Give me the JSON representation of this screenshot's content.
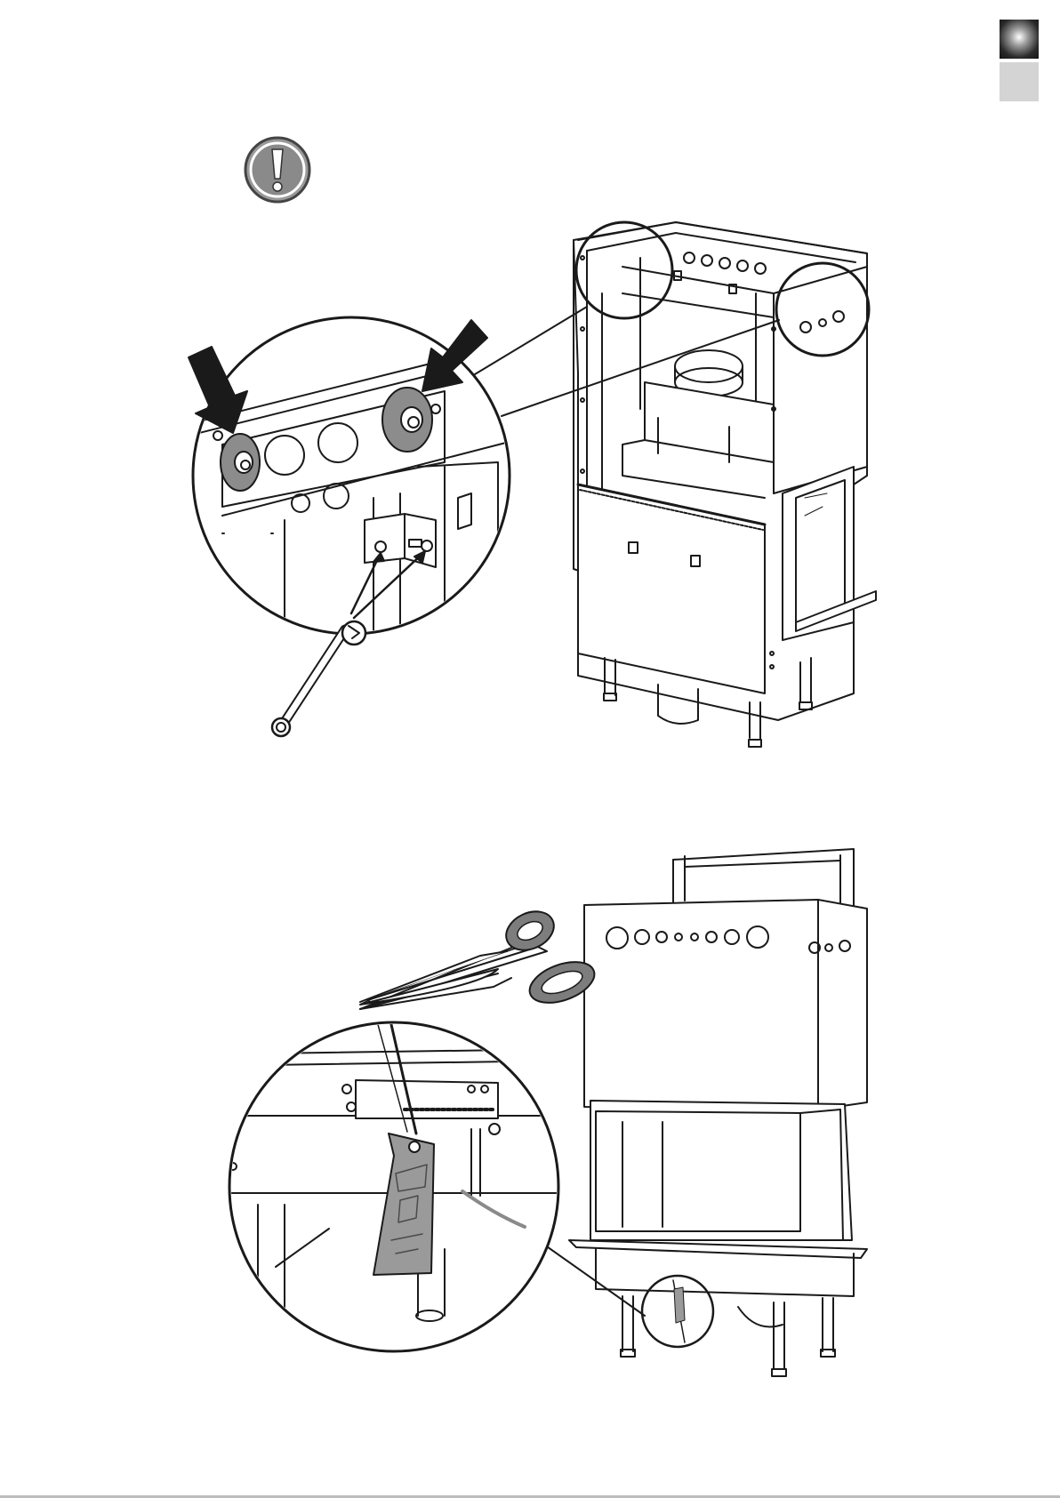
{
  "page": {
    "section_tabs": [
      {
        "name": "active-section-tab",
        "color": "#1a1a1a"
      },
      {
        "name": "inactive-section-tab",
        "color": "#d4d4d4"
      }
    ]
  },
  "figures": [
    {
      "id": "figure-1",
      "icons": [
        "warning-exclamation-icon",
        "black-arrow-icon",
        "wrench-icon"
      ],
      "subject": "fireplace-insert-frame"
    },
    {
      "id": "figure-2",
      "icons": [
        "scissors-icon",
        "paper-tag-icon"
      ],
      "subject": "fireplace-insert-front"
    }
  ],
  "colors": {
    "line": "#1a1a1a",
    "wheel_gray": "#8c8c8c",
    "tag_gray": "#9a9a9a",
    "warning_gray": "#8a8a8a",
    "scissor_handle": "#7d7d7d"
  }
}
